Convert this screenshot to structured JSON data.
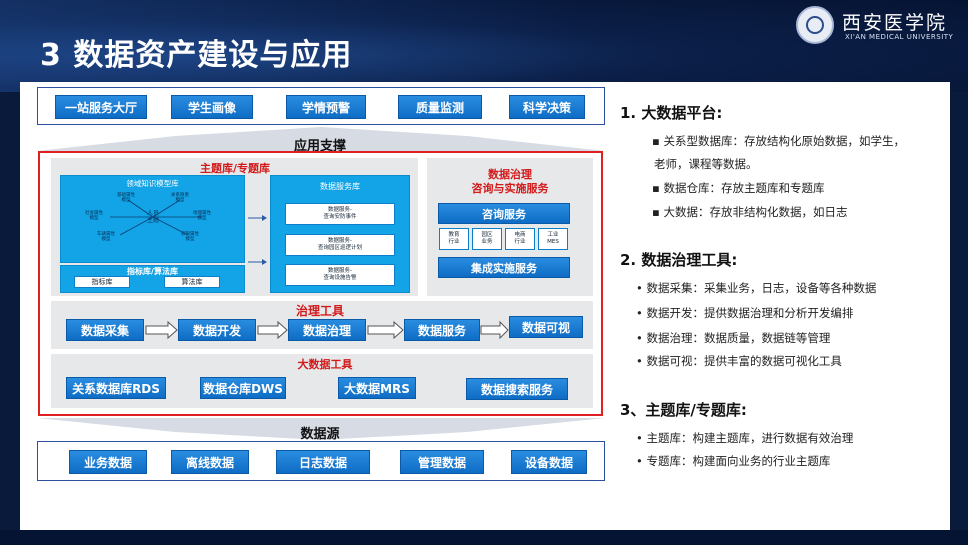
{
  "header": {
    "title": "3 数据资产建设与应用",
    "logo_cn": "西安医学院",
    "logo_en": "XI'AN MEDICAL UNIVERSITY"
  },
  "diagram": {
    "top_row": [
      "一站服务大厅",
      "学生画像",
      "学情预警",
      "质量监测",
      "科学决策"
    ],
    "support_label": "应用支撑",
    "theme_db_label": "主题库/专题库",
    "domain_model_label": "领域知识模型库",
    "center_node": "人员\n主题",
    "domain_nodes": [
      "基础属性\n模型",
      "关系隐患\n模型",
      "社会属性\n模型",
      "地理属性\n模型",
      "车辆属性\n模型",
      "权限属性\n模型"
    ],
    "indicator_label": "指标库/算法库",
    "indicator_items": [
      "指标库",
      "算法库"
    ],
    "data_service_label": "数据服务库",
    "data_service_items": [
      "数据服务-\n查询安防事件",
      "数据服务-\n查询园区巡逻计划",
      "数据服务-\n查询设施告警"
    ],
    "governance_consult_label": "数据治理\n咨询与实施服务",
    "consult_service": "咨询服务",
    "industries": [
      "教育\n行业",
      "园区\n业务",
      "电商\n行业",
      "工业\nMES"
    ],
    "integration_service": "集成实施服务",
    "gov_tools_label": "治理工具",
    "gov_tools": [
      "数据采集",
      "数据开发",
      "数据治理",
      "数据服务",
      "数据可视"
    ],
    "bigdata_tools_label": "大数据工具",
    "bigdata_tools": [
      "关系数据库RDS",
      "数据仓库DWS",
      "大数据MRS",
      "数据搜索服务"
    ],
    "source_label": "数据源",
    "sources": [
      "业务数据",
      "离线数据",
      "日志数据",
      "管理数据",
      "设备数据"
    ]
  },
  "notes": {
    "s1_title": "1. 大数据平台:",
    "s1_items": [
      "▪ 关系型数据库：存放结构化原始数据，如学生，",
      "老师，课程等数据。",
      "▪ 数据仓库：存放主题库和专题库",
      "▪ 大数据：存放非结构化数据，如日志"
    ],
    "s2_title": "2. 数据治理工具:",
    "s2_items": [
      "• 数据采集：采集业务，日志，设备等各种数据",
      "• 数据开发：提供数据治理和分析开发编排",
      "• 数据治理：数据质量，数据链等管理",
      "• 数据可视：提供丰富的数据可视化工具"
    ],
    "s3_title": "3、主题库/专题库:",
    "s3_items": [
      "• 主题库：构建主题库，进行数据有效治理",
      "• 专题库：构建面向业务的行业主题库"
    ]
  }
}
